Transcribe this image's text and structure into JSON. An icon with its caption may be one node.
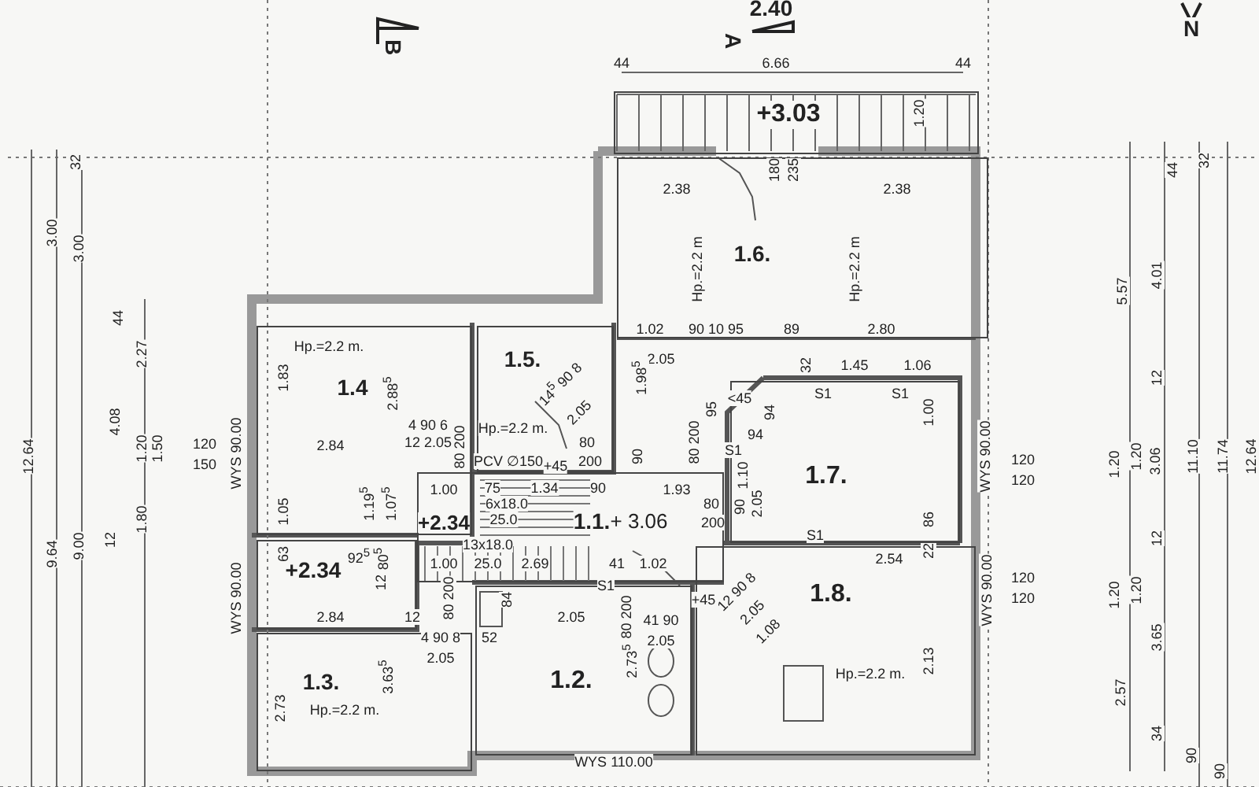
{
  "diagram": {
    "nodes": [
      {
        "text": [
          "+3.03"
        ]
      },
      {
        "text": [
          "1.6.",
          "Hp.=2.2 m",
          "Hp.=2.2 m"
        ]
      },
      {
        "text": [
          "Hp.=2.2 m.",
          "1.4"
        ]
      },
      {
        "text": [
          "1.5.",
          "Hp.=2.2 m."
        ]
      },
      {
        "text": [
          "1.7."
        ]
      },
      {
        "text": [
          "1.1.",
          "+ 3.06"
        ]
      },
      {
        "text": [
          "+2.34"
        ]
      },
      {
        "text": [
          "1.8.",
          "Hp.=2.2 m."
        ]
      },
      {
        "text": [
          "1.3.",
          "Hp.=2.2 m."
        ]
      },
      {
        "text": [
          "1.2."
        ]
      }
    ],
    "labels": [
      "2.40",
      "B",
      "A",
      "N",
      "44",
      "6.66",
      "44",
      "32",
      "44",
      "32",
      "3.00",
      "3.00",
      "1.20",
      "180",
      "235",
      "2.38",
      "2.38",
      "44",
      "2.27",
      "12.64",
      "4.08",
      "1.20",
      "1.50",
      "120",
      "150",
      "WYS 90.00",
      "1.83",
      "2.88$^{5}$",
      "2.84",
      "4 90 6",
      "12 2.05",
      "80 200",
      "1.05",
      "1.19$^{5}$",
      "1.07$^{5}$",
      "1.00",
      "75",
      "6x18.0",
      "25.0",
      "1.34",
      "90",
      "14$^{5}$ 90 8",
      "2.05",
      "80",
      "PCV ∅150",
      "+45",
      "200",
      "1.02",
      "90 10 95",
      "89",
      "2.80",
      "2.05",
      "1.98$^{5}$",
      "32",
      "1.45",
      "1.06",
      "S1",
      "S1",
      "<45",
      "95",
      "94",
      "94",
      "S1",
      "80 200",
      "1.10",
      "1.00",
      "1.93",
      "90",
      "80",
      "200",
      "90",
      "2.05",
      "86",
      "WYS 90.00",
      "120",
      "120",
      "5.57",
      "4.01",
      "12",
      "1.20",
      "1.20",
      "3.06",
      "11.10",
      "11.74",
      "12.64",
      "S1",
      "2.54",
      "22",
      "+2.34",
      "1.00",
      "13x18.0",
      "25.0",
      "2.69",
      "41",
      "1.02",
      "S1",
      "80 200",
      "+45",
      "12 90 8",
      "2.05",
      "1.08",
      "92$^{5}$",
      "80$^{5}$",
      "12",
      "63",
      "WYS 90.00",
      "2.84",
      "12",
      "4 90 8",
      "2.05",
      "80 200",
      "84",
      "52",
      "2.05",
      "41 90",
      "2.05",
      "2.73$^{5}$",
      "3.63$^{5}$",
      "2.73",
      "WYS 110.00",
      "WYS 90.00",
      "120",
      "120",
      "2.13",
      "1.20",
      "1.20",
      "3.65",
      "2.57",
      "34",
      "12",
      "90",
      "90",
      "9.64",
      "9.00",
      "1.80",
      "12"
    ]
  }
}
